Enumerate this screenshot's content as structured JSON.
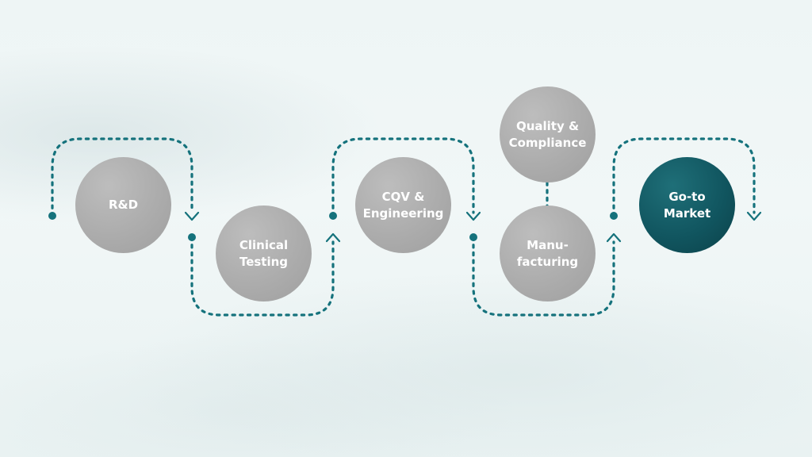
{
  "colors": {
    "connector": "#15727c",
    "node_gray": "#acacac",
    "node_accent": "#115660",
    "background": "#eef5f5"
  },
  "stages": [
    {
      "id": "rd",
      "label": "R&D"
    },
    {
      "id": "clinical",
      "label": "Clinical\nTesting"
    },
    {
      "id": "cqv",
      "label": "CQV &\nEngineering"
    },
    {
      "id": "quality",
      "label": "Quality &\nCompliance"
    },
    {
      "id": "manufacturing",
      "label": "Manu-\nfacturing"
    },
    {
      "id": "gtm",
      "label": "Go-to\nMarket"
    }
  ]
}
